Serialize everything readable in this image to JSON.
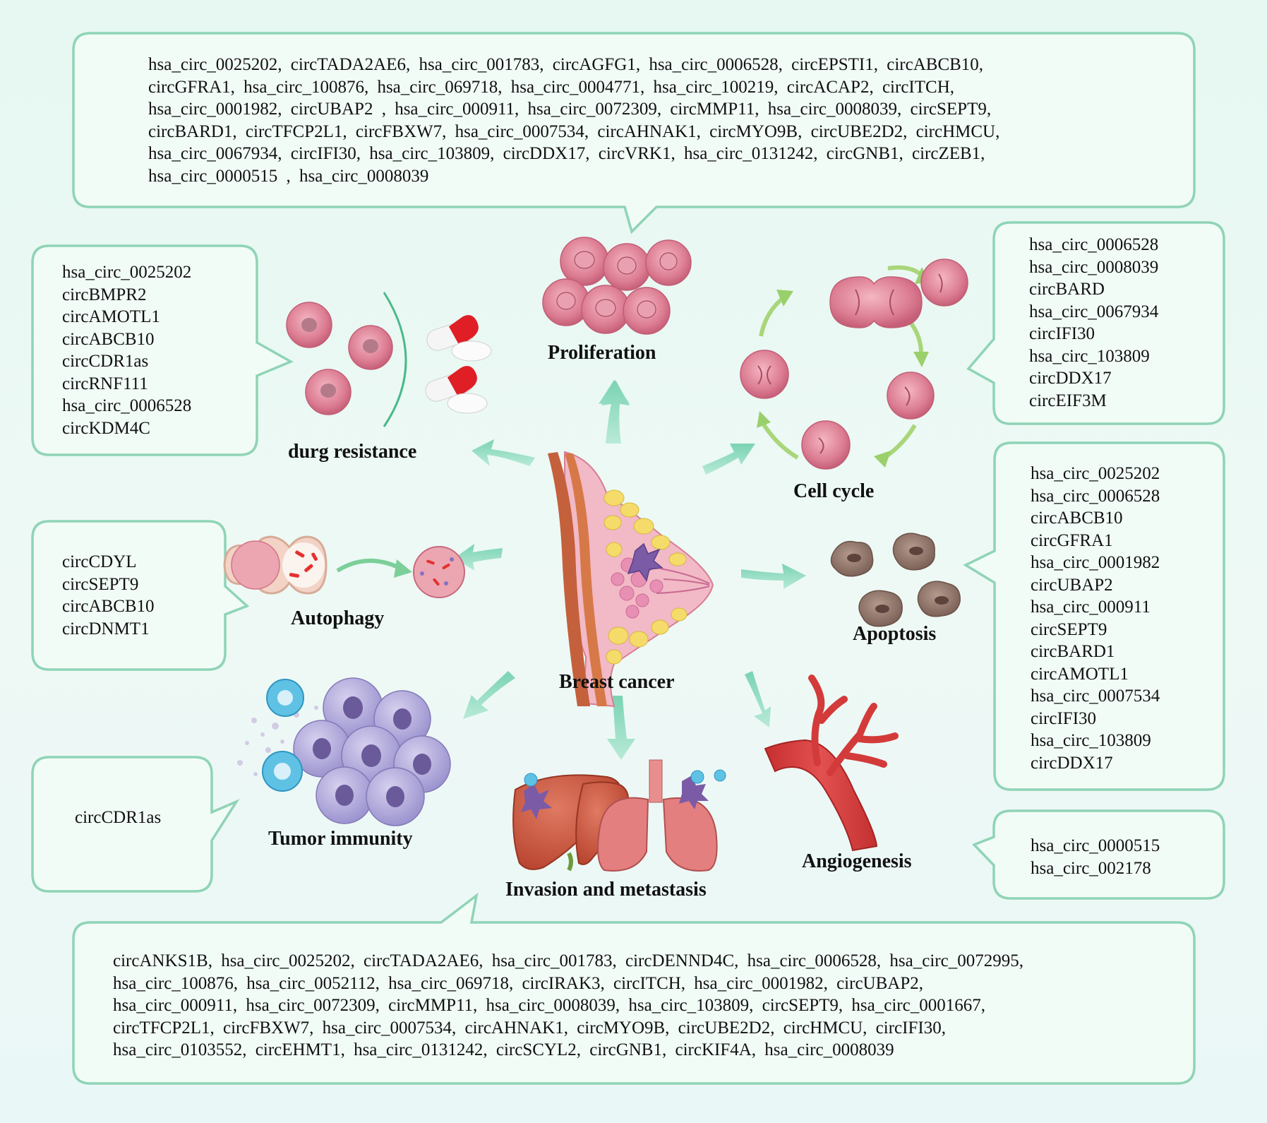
{
  "colors": {
    "background": "#e9f8f2",
    "callout_fill": "#f2fcf7",
    "callout_border": "#8fd4b6",
    "arrow": "#7cd2b4",
    "cell_pink": "#d9748c",
    "apoptotic_cell": "#8f7368",
    "vessel": "#d53c3c",
    "immune_cell": "#4fb8dc"
  },
  "icons": [
    "breast-anatomy",
    "proliferating-cells",
    "cell-cycle",
    "apoptotic-cells",
    "blood-vessel",
    "liver-and-lungs",
    "tumor-cells",
    "autophagy",
    "drug-capsules"
  ],
  "center": {
    "label": "Breast cancer"
  },
  "processes": {
    "proliferation": {
      "label": "Proliferation",
      "circrnas": "hsa_circ_0025202, circTADA2AE6, hsa_circ_001783, circAGFG1, hsa_circ_0006528, circEPSTI1, circABCB10,\ncircGFRA1, hsa_circ_100876, hsa_circ_069718, hsa_circ_0004771, hsa_circ_100219, circACAP2, circITCH,\nhsa_circ_0001982, circUBAP2 , hsa_circ_000911, hsa_circ_0072309, circMMP11, hsa_circ_0008039, circSEPT9,\ncircBARD1, circTFCP2L1, circFBXW7, hsa_circ_0007534, circAHNAK1, circMYO9B, circUBE2D2, circHMCU,\nhsa_circ_0067934, circIFI30, hsa_circ_103809, circDDX17, circVRK1, hsa_circ_0131242, circGNB1, circZEB1,\nhsa_circ_0000515 , hsa_circ_0008039"
    },
    "drug_resistance": {
      "label": "durg resistance",
      "circrnas": "hsa_circ_0025202\ncircBMPR2\ncircAMOTL1\ncircABCB10\ncircCDR1as\ncircRNF111\nhsa_circ_0006528\ncircKDM4C"
    },
    "cell_cycle": {
      "label": "Cell cycle",
      "circrnas": "hsa_circ_0006528\nhsa_circ_0008039\ncircBARD\nhsa_circ_0067934\ncircIFI30\nhsa_circ_103809\ncircDDX17\ncircEIF3M"
    },
    "autophagy": {
      "label": "Autophagy",
      "circrnas": "circCDYL\ncircSEPT9\ncircABCB10\ncircDNMT1"
    },
    "apoptosis": {
      "label": "Apoptosis",
      "circrnas": "hsa_circ_0025202\nhsa_circ_0006528\ncircABCB10\ncircGFRA1\nhsa_circ_0001982\ncircUBAP2\nhsa_circ_000911\ncircSEPT9\ncircBARD1\ncircAMOTL1\nhsa_circ_0007534\ncircIFI30\nhsa_circ_103809\ncircDDX17"
    },
    "tumor_immunity": {
      "label": "Tumor immunity",
      "circrnas": "circCDR1as"
    },
    "angiogenesis": {
      "label": "Angiogenesis",
      "circrnas": "hsa_circ_0000515\nhsa_circ_002178"
    },
    "invasion": {
      "label": "Invasion and metastasis",
      "circrnas": "circANKS1B, hsa_circ_0025202, circTADA2AE6, hsa_circ_001783, circDENND4C, hsa_circ_0006528, hsa_circ_0072995,\nhsa_circ_100876, hsa_circ_0052112, hsa_circ_069718, circIRAK3, circITCH, hsa_circ_0001982, circUBAP2,\nhsa_circ_000911, hsa_circ_0072309, circMMP11, hsa_circ_0008039, hsa_circ_103809, circSEPT9, hsa_circ_0001667,\ncircTFCP2L1, circFBXW7, hsa_circ_0007534, circAHNAK1, circMYO9B, circUBE2D2, circHMCU, circIFI30,\nhsa_circ_0103552, circEHMT1, hsa_circ_0131242, circSCYL2, circGNB1, circKIF4A, hsa_circ_0008039"
    }
  }
}
